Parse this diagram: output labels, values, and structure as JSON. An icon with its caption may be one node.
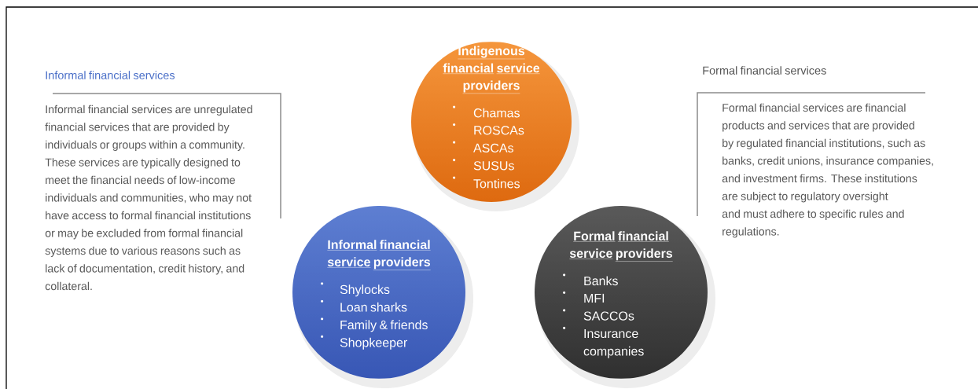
{
  "diagram": {
    "nodes": [
      {
        "text": [
          "Informal financial services",
          "Informal financial services are unregulated financial services that are provided by individuals or groups within a community. These services are typically designed to meet the financial needs of low-income individuals and communities, who may not have access to formal financial institutions or may be excluded from formal financial systems due to various reasons such as lack of documentation, credit history, and collateral."
        ]
      },
      {
        "text": [
          "Indigenous financial service providers",
          "Chamas",
          "ROSCAs",
          "ASCAs",
          "SUSUs",
          "Tontines"
        ]
      },
      {
        "text": [
          "Informal financial service providers",
          "Shylocks",
          "Loan sharks",
          "Family & friends",
          "Shopkeeper"
        ]
      },
      {
        "text": [
          "Formal financial service providers",
          "Banks",
          "MFI",
          "SACCOs",
          "Insurance companies"
        ]
      },
      {
        "text": [
          "Formal financial services",
          "Formal financial services are financial products and services that are provided by regulated financial institutions, such as banks, credit unions, insurance companies, and investment firms. These institutions are subject to regulatory oversight and must adhere to specific rules and regulations."
        ]
      }
    ]
  }
}
